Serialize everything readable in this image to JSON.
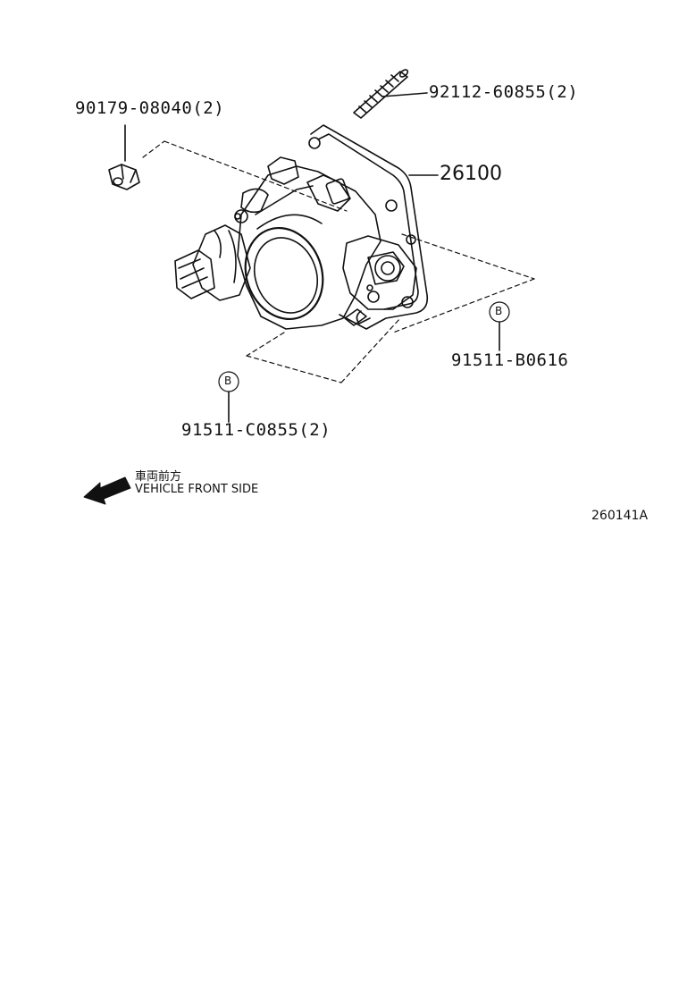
{
  "parts": {
    "nut": "90179-08040(2)",
    "stud": "92112-60855(2)",
    "throttle_body": "26100",
    "bolt_right": "91511-B0616",
    "bolt_bottom": "91511-C0855(2)"
  },
  "callouts": {
    "right": "B",
    "bottom": "B"
  },
  "direction": {
    "japanese": "車両前方",
    "english": "VEHICLE FRONT SIDE"
  },
  "diagram_code": "260141A"
}
